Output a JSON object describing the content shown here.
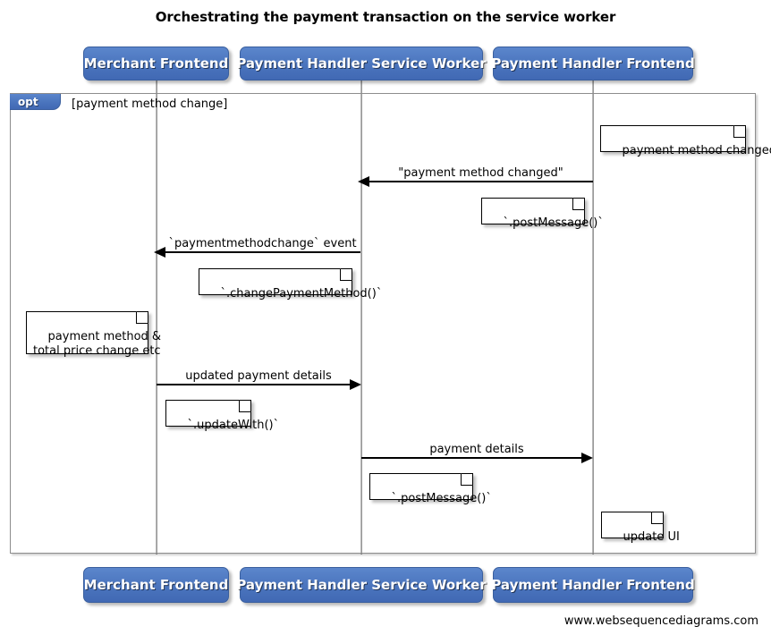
{
  "title": "Orchestrating the payment transaction on the service worker",
  "footer": "www.websequencediagrams.com",
  "colors": {
    "participant_fill": "#4a74bd",
    "participant_border": "#3a5f9e",
    "participant_text": "#ffffff",
    "lifeline": "#9a9a9a",
    "frame_border": "#8d8d8d",
    "arrow": "#000000",
    "note_fill": "#ffffff",
    "note_border": "#000000"
  },
  "participants": [
    {
      "id": "merchant-frontend",
      "label": "Merchant Frontend"
    },
    {
      "id": "payment-handler-service-worker",
      "label": "Payment Handler Service Worker"
    },
    {
      "id": "payment-handler-frontend",
      "label": "Payment Handler Frontend"
    }
  ],
  "fragment": {
    "type_label": "opt",
    "condition": "[payment method change]"
  },
  "messages": [
    {
      "id": "payment-method-changed",
      "label": "\"payment method changed\"",
      "from": "payment-handler-frontend",
      "to": "payment-handler-service-worker",
      "direction": "left"
    },
    {
      "id": "paymentmethodchange-event",
      "label": "`paymentmethodchange` event",
      "from": "payment-handler-service-worker",
      "to": "merchant-frontend",
      "direction": "left"
    },
    {
      "id": "updated-payment-details",
      "label": "updated payment details",
      "from": "merchant-frontend",
      "to": "payment-handler-service-worker",
      "direction": "right"
    },
    {
      "id": "payment-details",
      "label": "payment details",
      "from": "payment-handler-service-worker",
      "to": "payment-handler-frontend",
      "direction": "right"
    }
  ],
  "notes": [
    {
      "id": "note-payment-method-changed",
      "text": "payment method changed",
      "attached_to": "payment-handler-frontend"
    },
    {
      "id": "note-post-message-1",
      "text": "`.postMessage()`",
      "attached_to": "payment-handler-frontend"
    },
    {
      "id": "note-change-payment-method",
      "text": "`.changePaymentMethod()`",
      "attached_to": "payment-handler-service-worker"
    },
    {
      "id": "note-payment-method-total-price",
      "text": "payment method &\ntotal price change etc",
      "attached_to": "merchant-frontend"
    },
    {
      "id": "note-update-with",
      "text": "`.updateWith()`",
      "attached_to": "merchant-frontend"
    },
    {
      "id": "note-post-message-2",
      "text": "`.postMessage()`",
      "attached_to": "payment-handler-service-worker"
    },
    {
      "id": "note-update-ui",
      "text": "update UI",
      "attached_to": "payment-handler-frontend"
    }
  ]
}
